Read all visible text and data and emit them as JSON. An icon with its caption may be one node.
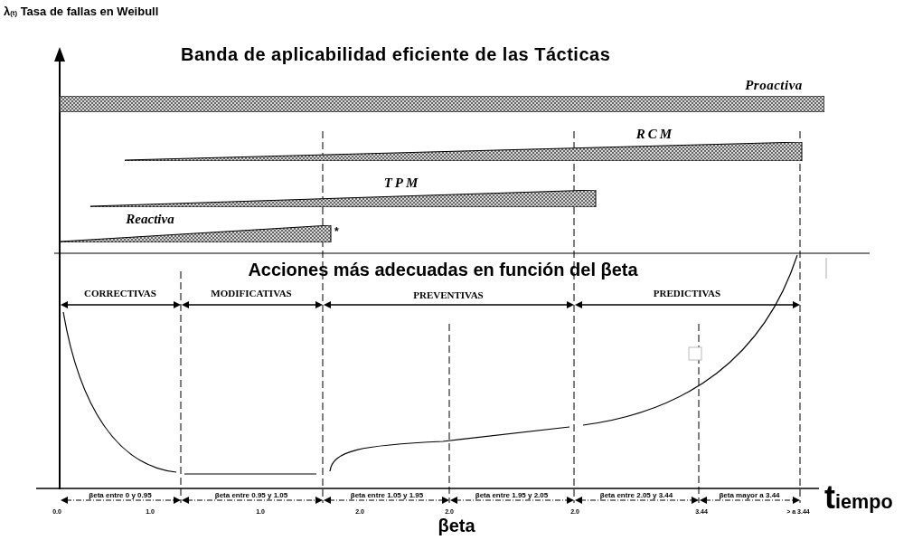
{
  "diagram": {
    "title": "Banda de aplicabilidad eficiente de las Tácticas",
    "nodes": [
      {
        "text": [
          "Proactiva"
        ]
      },
      {
        "text": [
          "RCM"
        ]
      },
      {
        "text": [
          "TPM"
        ]
      },
      {
        "text": [
          "Reactiva"
        ]
      }
    ],
    "labels": [
      "λ$_{(t)}$ Tasa de fallas en Weibull",
      "*",
      "Acciones más adecuadas en función del βeta",
      "CORRECTIVAS",
      "MODIFICATIVAS",
      "PREVENTIVAS",
      "PREDICTIVAS",
      "t$_{iempo}$",
      "βeta entre 0 y 0.95",
      "βeta entre 0.95 y 1.05",
      "βeta entre 1.05 y 1.95",
      "βeta entre 1.95 y 2.05",
      "βeta entre 2.05 y 3.44",
      "βeta mayor a 3.44",
      "0.0",
      "1.0",
      "1.0",
      "2.0",
      "2.0",
      "2.0",
      "3.44",
      "> a 3.44",
      "βeta"
    ]
  }
}
